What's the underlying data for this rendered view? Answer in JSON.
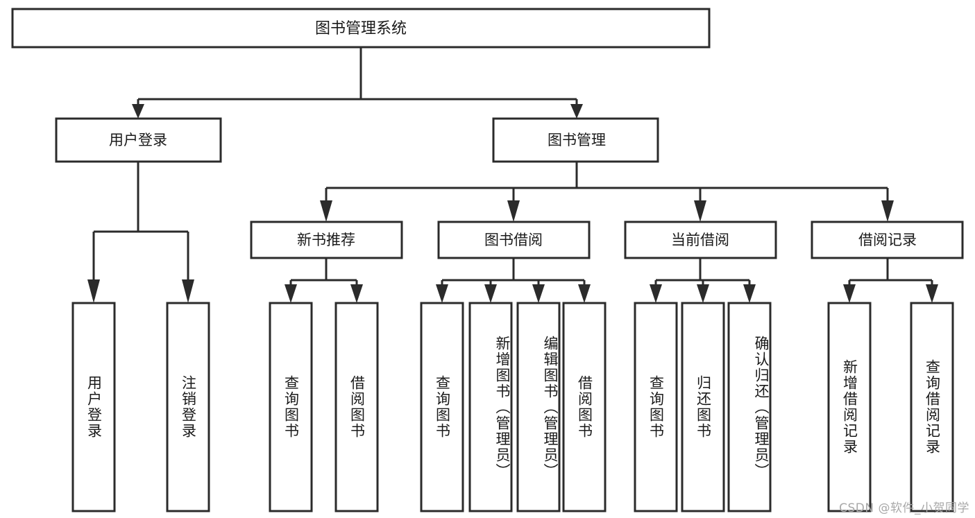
{
  "diagram": {
    "title": "图书管理系统",
    "type": "tree-hierarchy",
    "watermark": "CSDN @软件_小贺同学",
    "colors": {
      "stroke": "#2b2b2b",
      "fill": "#ffffff",
      "text": "#1a1a1a",
      "watermark": "#a8a8a8",
      "background": "#ffffff"
    },
    "root": {
      "label": "图书管理系统"
    },
    "level2": [
      {
        "label": "用户登录"
      },
      {
        "label": "图书管理"
      }
    ],
    "level3": [
      {
        "label": "新书推荐"
      },
      {
        "label": "图书借阅"
      },
      {
        "label": "当前借阅"
      },
      {
        "label": "借阅记录"
      }
    ],
    "leaves": {
      "user_login": [
        {
          "label": "用户登录"
        },
        {
          "label": "注销登录"
        }
      ],
      "new_book": [
        {
          "label": "查询图书"
        },
        {
          "label": "借阅图书"
        }
      ],
      "book_borrow": [
        {
          "label": "查询图书"
        },
        {
          "label": "新增图书（管理员）"
        },
        {
          "label": "编辑图书（管理员）"
        },
        {
          "label": "借阅图书"
        }
      ],
      "current_borrow": [
        {
          "label": "查询图书"
        },
        {
          "label": "归还图书"
        },
        {
          "label": "确认归还（管理员）"
        }
      ],
      "borrow_record": [
        {
          "label": "新增借阅记录"
        },
        {
          "label": "查询借阅记录"
        }
      ]
    }
  }
}
